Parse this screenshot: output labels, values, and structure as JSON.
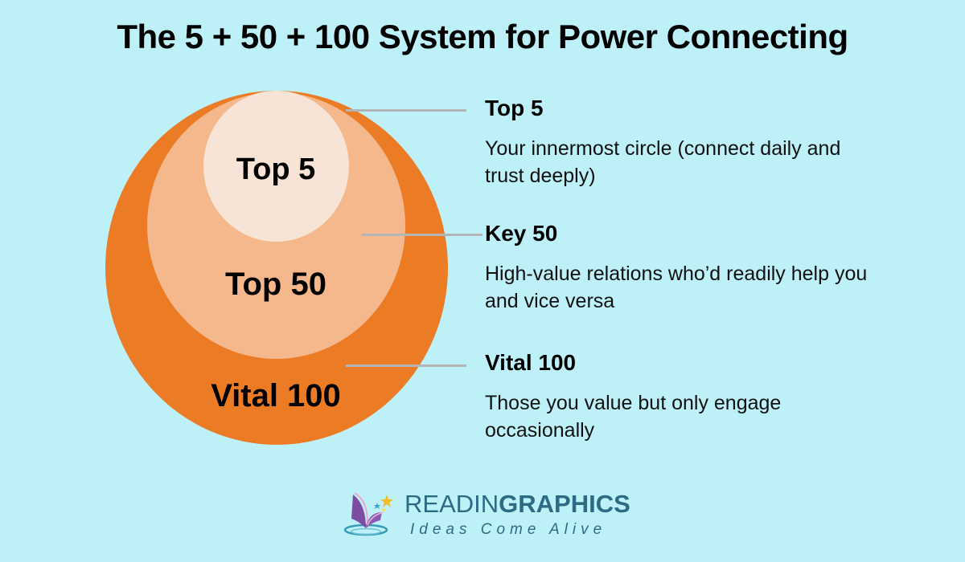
{
  "title": "The 5 + 50 + 100 System for Power Connecting",
  "diagram": {
    "circles": [
      {
        "label": "Top 5",
        "color": "#f7e4d7"
      },
      {
        "label": "Top 50",
        "color": "#f5b88d"
      },
      {
        "label": "Vital 100",
        "color": "#ec7b26"
      }
    ],
    "leader_color": "#b3b5b6"
  },
  "descriptions": [
    {
      "title": "Top 5",
      "text": "Your innermost circle (connect daily and trust deeply)"
    },
    {
      "title": "Key 50",
      "text": "High-value relations who’d readily help you and vice versa"
    },
    {
      "title": "Vital 100",
      "text": "Those you value but only engage occasionally"
    }
  ],
  "logo": {
    "name_light": "READIN",
    "name_bold": "GRAPHICS",
    "tagline": "Ideas Come Alive",
    "icon": "open-book-stars-icon",
    "color": "#2c6b83"
  },
  "background": "#bef0f7"
}
